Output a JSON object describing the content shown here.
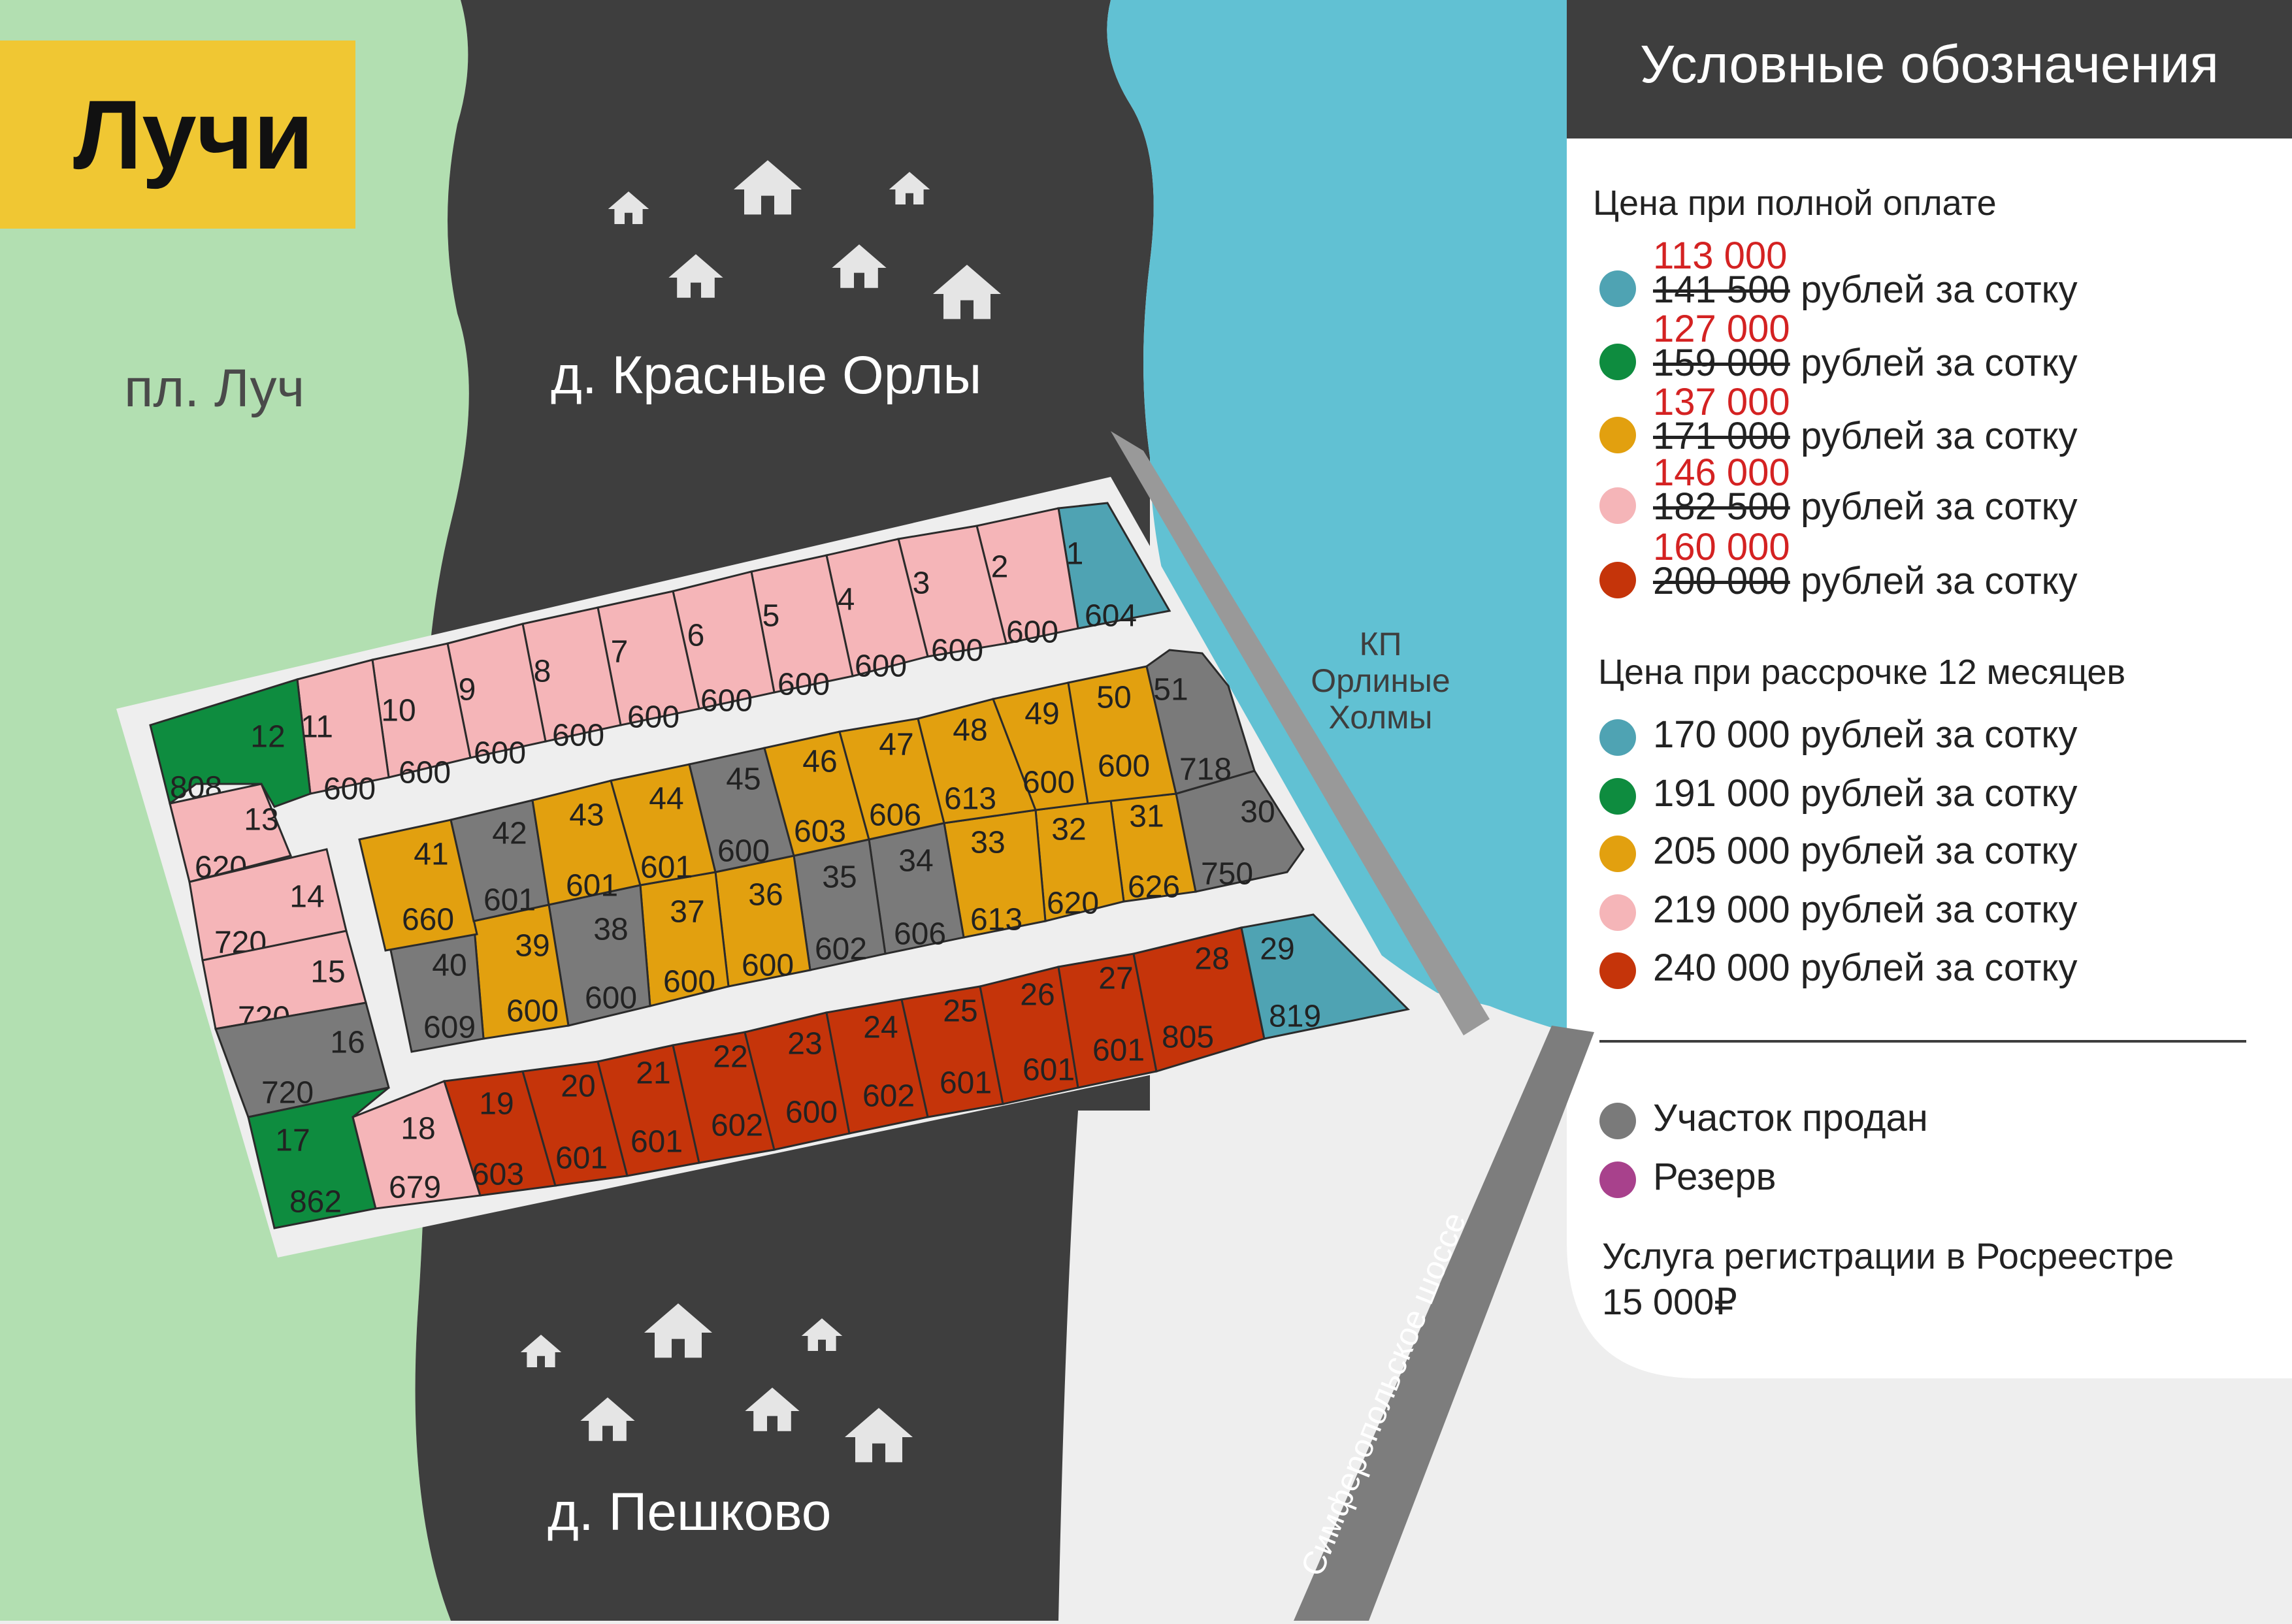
{
  "title": "Лучи",
  "areas": {
    "station": "пл. Луч",
    "village_north": "д. Красные Орлы",
    "village_south": "д. Пешково",
    "neighbor_settlement": "КП Орлиные Холмы",
    "highway": "Симферопольское шоссе"
  },
  "legend": {
    "title": "Условные обозначения",
    "full_payment_heading": "Цена при полной оплате",
    "unit": "рублей за сотку",
    "full_payment": [
      {
        "color": "#4fa3b3",
        "old": "141 500",
        "new": "113 000"
      },
      {
        "color": "#0e8c3f",
        "old": "159 000",
        "new": "127 000"
      },
      {
        "color": "#e2a00f",
        "old": "171 000",
        "new": "137 000"
      },
      {
        "color": "#f5b5b8",
        "old": "182 500",
        "new": "146 000"
      },
      {
        "color": "#c5340a",
        "old": "200 000",
        "new": "160 000"
      }
    ],
    "installment_heading": "Цена при рассрочке 12 месяцев",
    "installment": [
      {
        "color": "#4fa3b3",
        "text": "170 000 рублей за сотку"
      },
      {
        "color": "#0e8c3f",
        "text": "191 000 рублей за сотку"
      },
      {
        "color": "#e2a00f",
        "text": "205 000 рублей за сотку"
      },
      {
        "color": "#f5b5b8",
        "text": "219 000 рублей за сотку"
      },
      {
        "color": "#c5340a",
        "text": "240 000 рублей за сотку"
      }
    ],
    "status": [
      {
        "color": "#7a7a7a",
        "text": "Участок продан"
      },
      {
        "color": "#a8418c",
        "text": "Резерв"
      }
    ],
    "registration_line1": "Услуга регистрации в Росреестре",
    "registration_line2": "15 000₽"
  },
  "plots": [
    {
      "id": "1",
      "area": "604",
      "status": "teal"
    },
    {
      "id": "2",
      "area": "600",
      "status": "pink"
    },
    {
      "id": "3",
      "area": "600",
      "status": "pink"
    },
    {
      "id": "4",
      "area": "600",
      "status": "pink"
    },
    {
      "id": "5",
      "area": "600",
      "status": "pink"
    },
    {
      "id": "6",
      "area": "600",
      "status": "pink"
    },
    {
      "id": "7",
      "area": "600",
      "status": "pink"
    },
    {
      "id": "8",
      "area": "600",
      "status": "pink"
    },
    {
      "id": "9",
      "area": "600",
      "status": "pink"
    },
    {
      "id": "10",
      "area": "600",
      "status": "pink"
    },
    {
      "id": "11",
      "area": "600",
      "status": "pink"
    },
    {
      "id": "12",
      "area": "808",
      "status": "green"
    },
    {
      "id": "13",
      "area": "620",
      "status": "pink"
    },
    {
      "id": "14",
      "area": "720",
      "status": "pink"
    },
    {
      "id": "15",
      "area": "720",
      "status": "pink"
    },
    {
      "id": "16",
      "area": "720",
      "status": "sold"
    },
    {
      "id": "17",
      "area": "862",
      "status": "green"
    },
    {
      "id": "18",
      "area": "679",
      "status": "pink"
    },
    {
      "id": "19",
      "area": "603",
      "status": "red"
    },
    {
      "id": "20",
      "area": "601",
      "status": "red"
    },
    {
      "id": "21",
      "area": "601",
      "status": "red"
    },
    {
      "id": "22",
      "area": "602",
      "status": "red"
    },
    {
      "id": "23",
      "area": "600",
      "status": "red"
    },
    {
      "id": "24",
      "area": "602",
      "status": "red"
    },
    {
      "id": "25",
      "area": "601",
      "status": "red"
    },
    {
      "id": "26",
      "area": "601",
      "status": "red"
    },
    {
      "id": "27",
      "area": "601",
      "status": "red"
    },
    {
      "id": "28",
      "area": "805",
      "status": "red"
    },
    {
      "id": "29",
      "area": "819",
      "status": "teal"
    },
    {
      "id": "30",
      "area": "750",
      "status": "sold"
    },
    {
      "id": "31",
      "area": "626",
      "status": "orange"
    },
    {
      "id": "32",
      "area": "620",
      "status": "orange"
    },
    {
      "id": "33",
      "area": "613",
      "status": "orange"
    },
    {
      "id": "34",
      "area": "606",
      "status": "sold"
    },
    {
      "id": "35",
      "area": "602",
      "status": "sold"
    },
    {
      "id": "36",
      "area": "600",
      "status": "orange"
    },
    {
      "id": "37",
      "area": "600",
      "status": "orange"
    },
    {
      "id": "38",
      "area": "600",
      "status": "sold"
    },
    {
      "id": "39",
      "area": "600",
      "status": "orange"
    },
    {
      "id": "40",
      "area": "609",
      "status": "sold"
    },
    {
      "id": "41",
      "area": "660",
      "status": "orange"
    },
    {
      "id": "42",
      "area": "601",
      "status": "sold"
    },
    {
      "id": "43",
      "area": "601",
      "status": "orange"
    },
    {
      "id": "44",
      "area": "601",
      "status": "orange"
    },
    {
      "id": "45",
      "area": "600",
      "status": "sold"
    },
    {
      "id": "46",
      "area": "603",
      "status": "orange"
    },
    {
      "id": "47",
      "area": "606",
      "status": "orange"
    },
    {
      "id": "48",
      "area": "613",
      "status": "orange"
    },
    {
      "id": "49",
      "area": "600",
      "status": "orange"
    },
    {
      "id": "50",
      "area": "600",
      "status": "orange"
    },
    {
      "id": "51",
      "area": "718",
      "status": "sold"
    }
  ],
  "status_colors": {
    "teal": "#4fa3b3",
    "green": "#0e8c3f",
    "orange": "#e2a00f",
    "pink": "#f5b5b8",
    "red": "#c5340a",
    "sold": "#7a7a7a"
  }
}
